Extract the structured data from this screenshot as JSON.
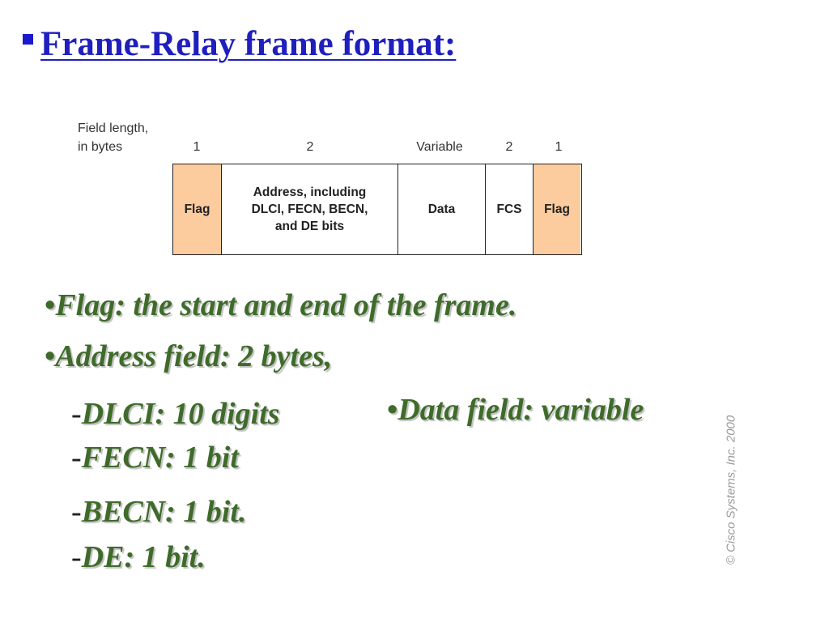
{
  "slide": {
    "title": " Frame-Relay frame format:",
    "title_bullet_color": "#1a1acc",
    "title_color": "#1f1fbf"
  },
  "diagram": {
    "field_length_label_line1": "Field length,",
    "field_length_label_line2": "in bytes",
    "fields": [
      {
        "length": "1",
        "label": "Flag",
        "fill": "#fdcc9e"
      },
      {
        "length": "2",
        "label_lines": [
          "Address, including",
          "DLCI, FECN, BECN,",
          "and DE bits"
        ],
        "fill": "#ffffff"
      },
      {
        "length": "Variable",
        "label": "Data",
        "fill": "#ffffff"
      },
      {
        "length": "2",
        "label": "FCS",
        "fill": "#ffffff"
      },
      {
        "length": "1",
        "label": "Flag",
        "fill": "#fdcc9e"
      }
    ]
  },
  "bullets": {
    "flag": "Flag: the start and end of the frame.",
    "address": "Address field: 2 bytes,",
    "dlci": "DLCI: 10 digits",
    "fecn": "FECN: 1 bit",
    "becn": "BECN: 1 bit.",
    "de": "DE: 1 bit.",
    "data": "Data field: variable",
    "bullet_glyph": "•",
    "dash_glyph": "-",
    "text_color": "#3f6b2a"
  },
  "copyright": "© Cisco Systems, Inc. 2000"
}
